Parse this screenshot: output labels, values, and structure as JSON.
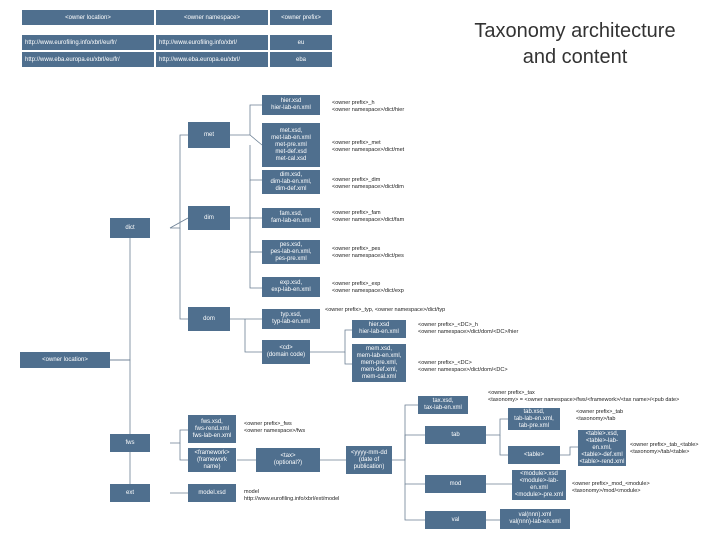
{
  "title": "Taxonomy architecture\nand content",
  "table": {
    "headers": [
      "<owner location>",
      "<owner namespace>",
      "<owner prefix>"
    ],
    "rows": [
      [
        "http://www.eurofiling.info/xbrl/eu/fr/",
        "http://www.eurofiling.info/xbrl/",
        "eu"
      ],
      [
        "http://www.eba.europa.eu/xbrl/eu/fr/",
        "http://www.eba.europa.eu/xbrl/",
        "eba"
      ]
    ]
  },
  "nodes": {
    "owner": "<owner location>",
    "dict": "dict",
    "met": "met",
    "dim": "dim",
    "dom": "dom",
    "cd": "<cd>\n(domain code)",
    "fws": "fws",
    "ext": "ext",
    "framework": "<framework>\n(framework name)",
    "fws_files": "fws.xsd,\nfws-rend.xml\nfws-lab-en.xml",
    "tax": "<tax>\n(optional?)",
    "version": "<yyyy-mm-dd\n(date of\npublication)",
    "model": "model.xsd",
    "hier_files": "hier.xsd\nhier-lab-en.xml",
    "met_files": "met.xsd,\nmet-lab-en.xml\nmet-pre.xml\nmet-def.xsd\nmet-cal.xsd",
    "dim_files": "dim.xsd,\ndim-lab-en.xml,\ndim-def.xml",
    "fam_files": "fam.xsd,\nfam-lab-en.xml",
    "pes_files": "pes.xsd,\npes-lab-en.xml,\npes-pre.xml",
    "exp_files": "exp.xsd,\nexp-lab-en.xml",
    "typ_files": "typ.xsd,\ntyp-lab-en.xml",
    "dom_hier_files": "hier.xsd\nhier-lab-en.xml",
    "dom_mem_files": "mem.xsd,\nmem-lab-en.xml,\nmem-pre.xml,\nmem-def.xml,\nmem-cal.xml",
    "tax_files": "tax.xsd,\ntax-lab-en.xml",
    "tab": "tab",
    "tab_files": "tab.xsd,\ntab-lab-en.xml,\ntab-pre.xml",
    "tables": "<table>",
    "table_files": "<table>.xsd,\n<table>-lab-\nen.xml,\n<table>-def.xml\n<table>-rend.xml",
    "mod": "mod",
    "mod_files": "<module>.xsd\n<module>-lab-\nen.xml\n<module>-pre.xml",
    "val": "val",
    "val_files": "val(nnn).xml\nval(nnn)-lab-en.xml"
  },
  "notes": {
    "hier": "<owner prefix>_h\n<owner namespace>/dict/hier",
    "met": "<owner prefix>_met\n<owner namespace>/dict/met",
    "dim": "<owner prefix>_dim\n<owner namespace>/dict/dim",
    "fam": "<owner prefix>_fam\n<owner namespace>/dict/fam",
    "pes": "<owner prefix>_pes\n<owner namespace>/dict/pes",
    "exp": "<owner prefix>_exp\n<owner namespace>/dict/exp",
    "typ": "<owner prefix>_typ, <owner namespace>/dict/typ",
    "dom_hier": "<owner prefix>_<DC>_h\n<owner namespace>/dict/dom/<DC>/hier",
    "dom_mem": "<owner prefix>_<DC>\n<owner namespace>/dict/dom/<DC>",
    "tax": "<owner prefix>_tax\n<taxonomy> = <owner namespace>/fws/<framework>/<tax name>/<pub date>",
    "tab": "<owner prefix>_tab\n<taxonomy>/tab",
    "table": "<owner prefix>_tab_<table>\n<taxonomy>/tab/<table>",
    "mod": "<owner prefix>_mod_<module>\n<taxonomy>/mod/<module>",
    "fws": "<owner prefix>_fws\n<owner namespace>/fws",
    "model": "model\nhttp://www.eurofiling.info/xbrl/ext/model"
  }
}
